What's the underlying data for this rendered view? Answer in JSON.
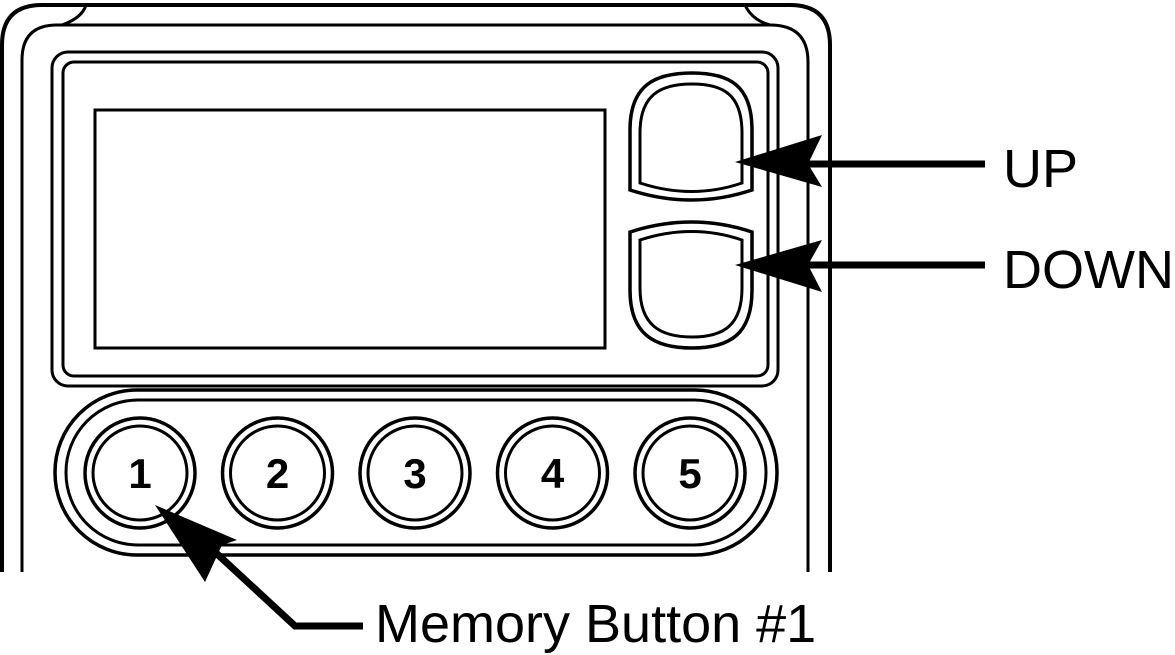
{
  "callouts": {
    "up": "UP",
    "down": "DOWN",
    "memory_button": "Memory Button #1"
  },
  "memory_buttons": [
    "1",
    "2",
    "3",
    "4",
    "5"
  ],
  "colors": {
    "line": "#000000",
    "background": "#ffffff"
  }
}
